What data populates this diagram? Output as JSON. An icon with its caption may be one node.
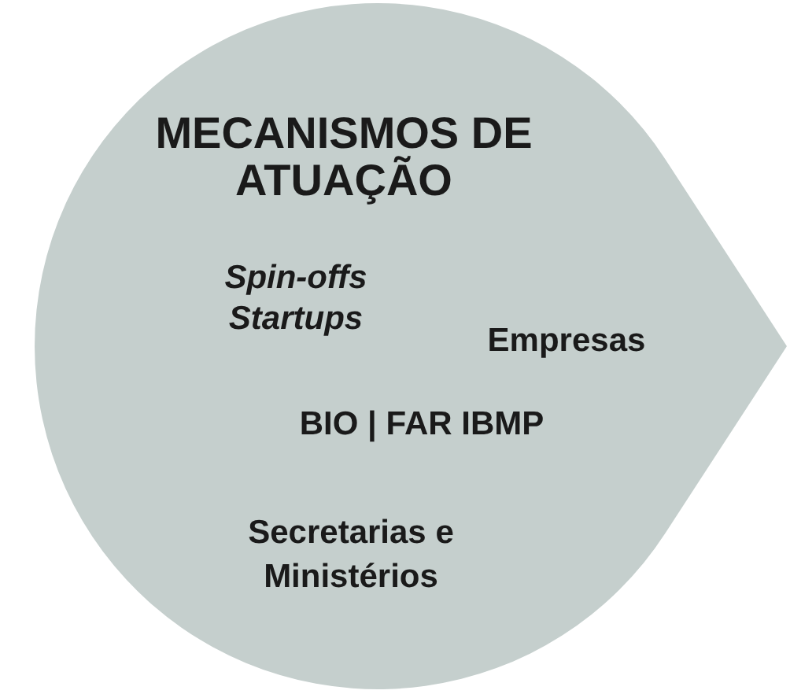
{
  "diagram": {
    "nodes": [
      {
        "text": [
          "MECANISMOS DE ATUAÇÃO",
          "Spin-offs Startups",
          "Empresas",
          "BIO | FAR IBMP",
          "Secretarias e Ministérios"
        ]
      }
    ]
  }
}
